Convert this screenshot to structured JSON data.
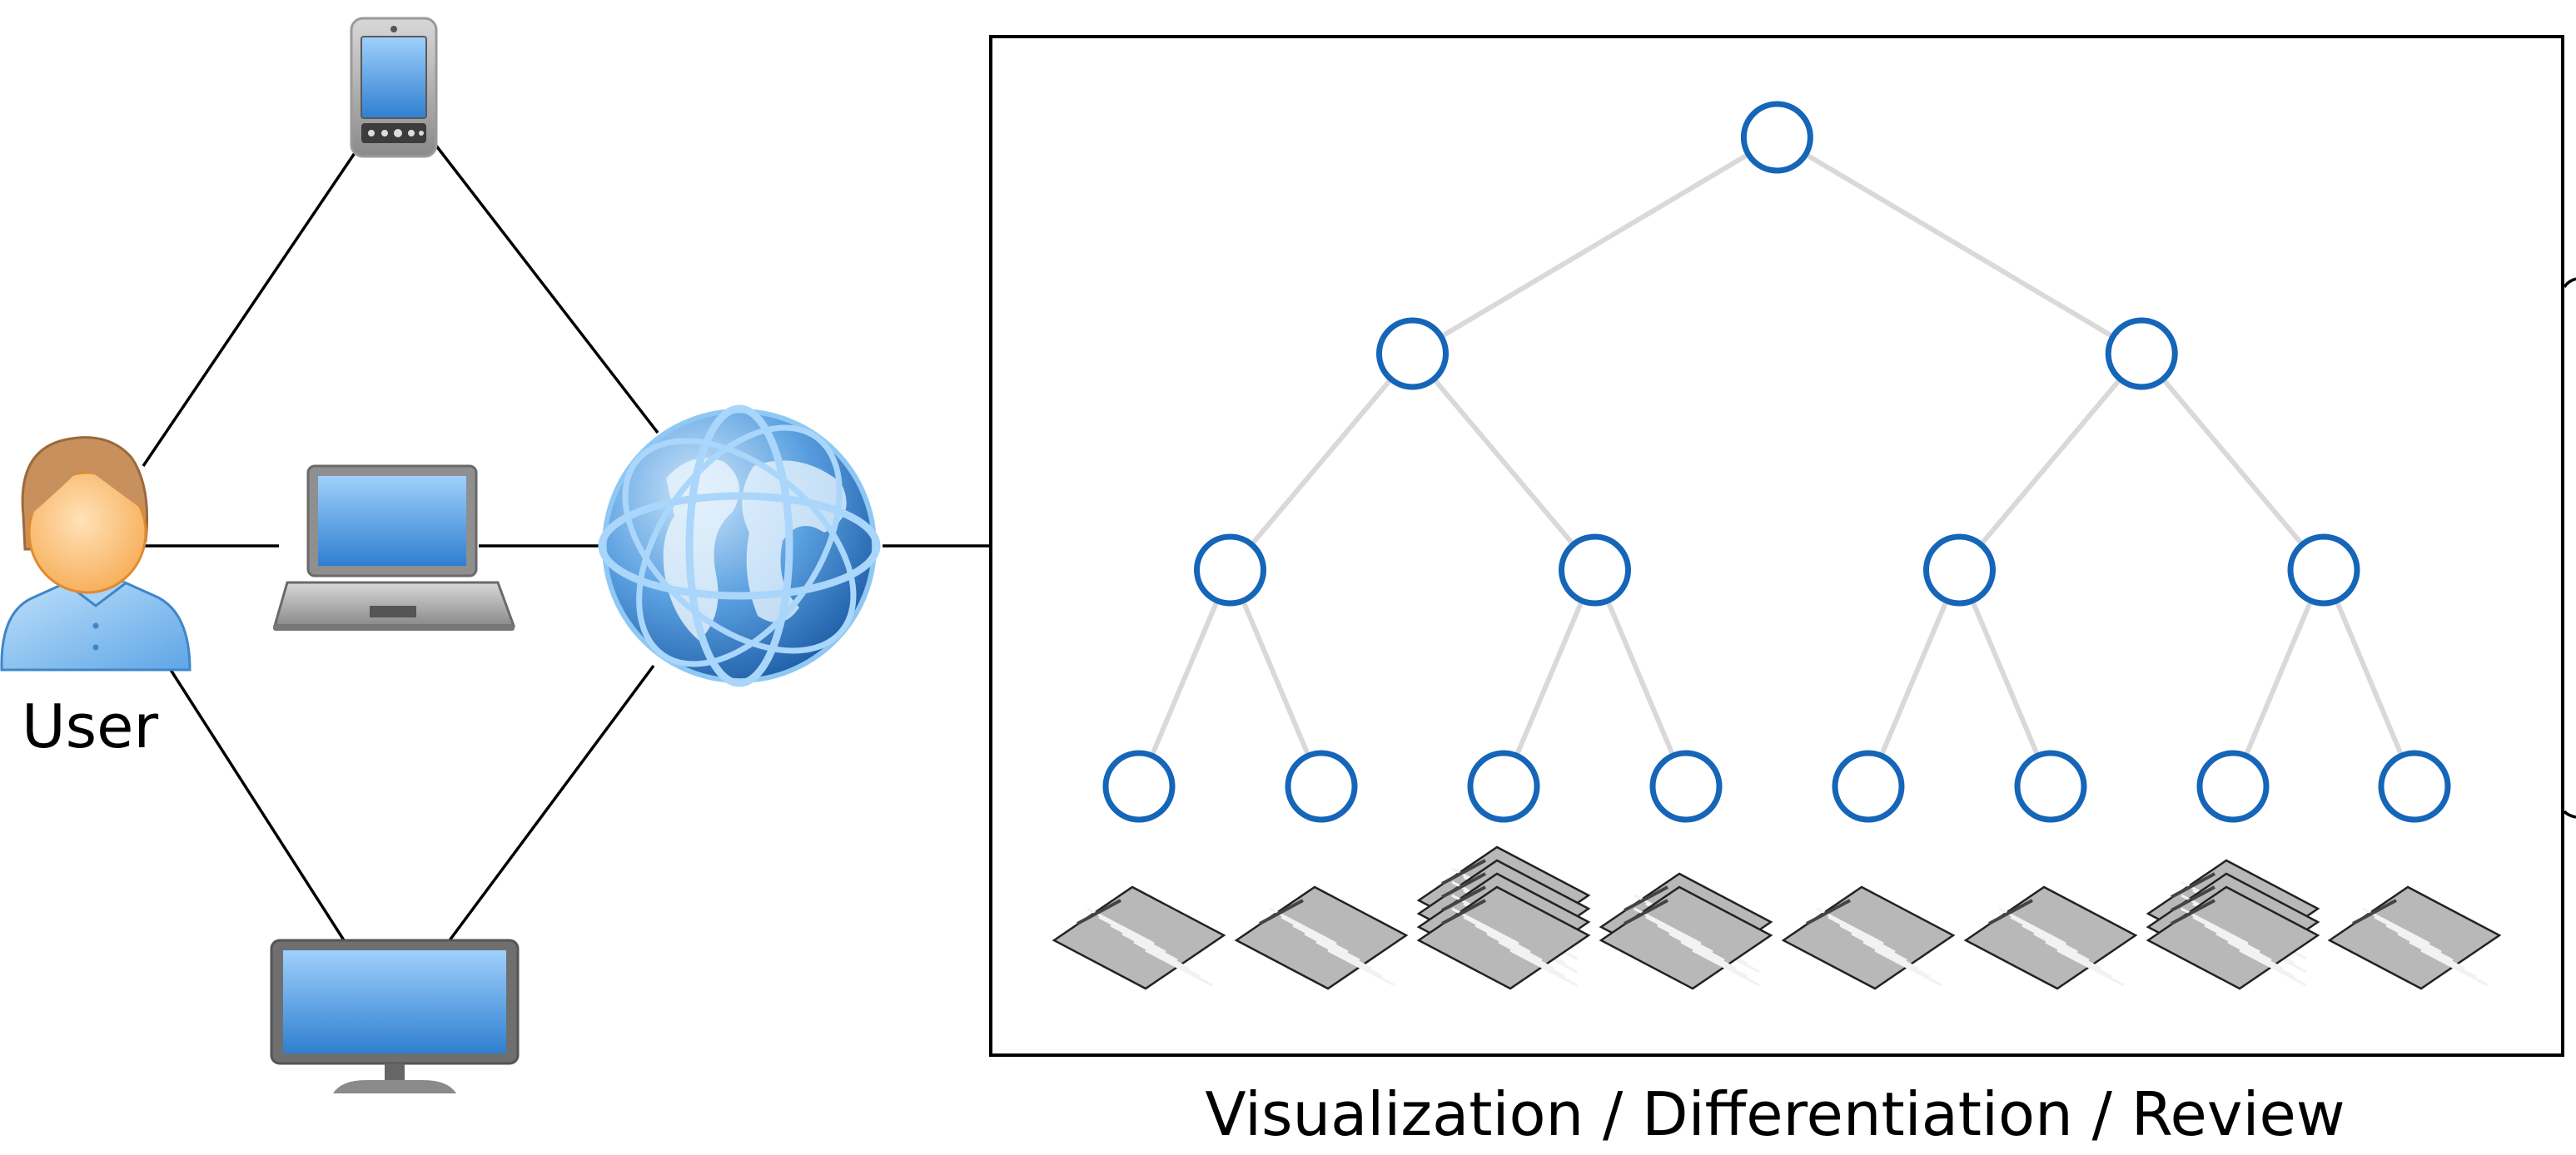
{
  "labels": {
    "user": "User",
    "panel_caption": "Visualization / Differentiation / Review"
  },
  "devices": [
    "smartphone-icon",
    "laptop-icon",
    "monitor-icon"
  ],
  "network": "globe-icon",
  "tree": {
    "levels": [
      1,
      2,
      4,
      8
    ],
    "leaf_documents": [
      1,
      1,
      4,
      2,
      1,
      1,
      3,
      1
    ]
  },
  "colors": {
    "node_stroke": "#1565b8",
    "tree_edge": "#d9d9d9",
    "line": "#000000",
    "skin": "#ffc98a",
    "hair": "#c8905c",
    "shirt": "#8cc4f0",
    "screen": "#4a9ae0",
    "device_body": "#7a7a7a",
    "doc_fill": "#b8b8b8"
  }
}
